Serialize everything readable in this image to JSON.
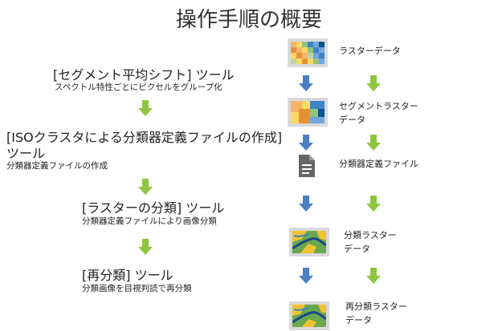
{
  "title": "操作手順の概要",
  "steps": [
    {
      "title": "[セグメント平均シフト] ツール",
      "desc": "スペクトル特性ごとにピクセルをグループ化"
    },
    {
      "title_line1": "[ISOクラスタによる分類器定義ファイルの作成]",
      "title_line2": " ツール",
      "desc": "分類器定義ファイルの作成"
    },
    {
      "title": "[ラスターの分類] ツール",
      "desc": "分類器定義ファイルにより画像分類"
    },
    {
      "title": "[再分類] ツール",
      "desc": "分類画像を目視判読で再分類"
    }
  ],
  "data_items": [
    {
      "label": "ラスターデータ",
      "icon": "raster-image-icon"
    },
    {
      "label_line1": "セグメントラスター",
      "label_line2": "データ",
      "icon": "segmented-raster-icon"
    },
    {
      "label": "分類器定義ファイル",
      "icon": "document-file-icon"
    },
    {
      "label_line1": "分類ラスター",
      "label_line2": "データ",
      "icon": "classified-map-icon"
    },
    {
      "label_line1": "再分類ラスター",
      "label_line2": "データ",
      "icon": "reclassified-map-icon"
    }
  ],
  "colors": {
    "blue_arrow": "#4a7fc1",
    "green_arrow": "#8dc63f",
    "icon_border": "#d9d9d9",
    "doc_icon": "#666666"
  }
}
